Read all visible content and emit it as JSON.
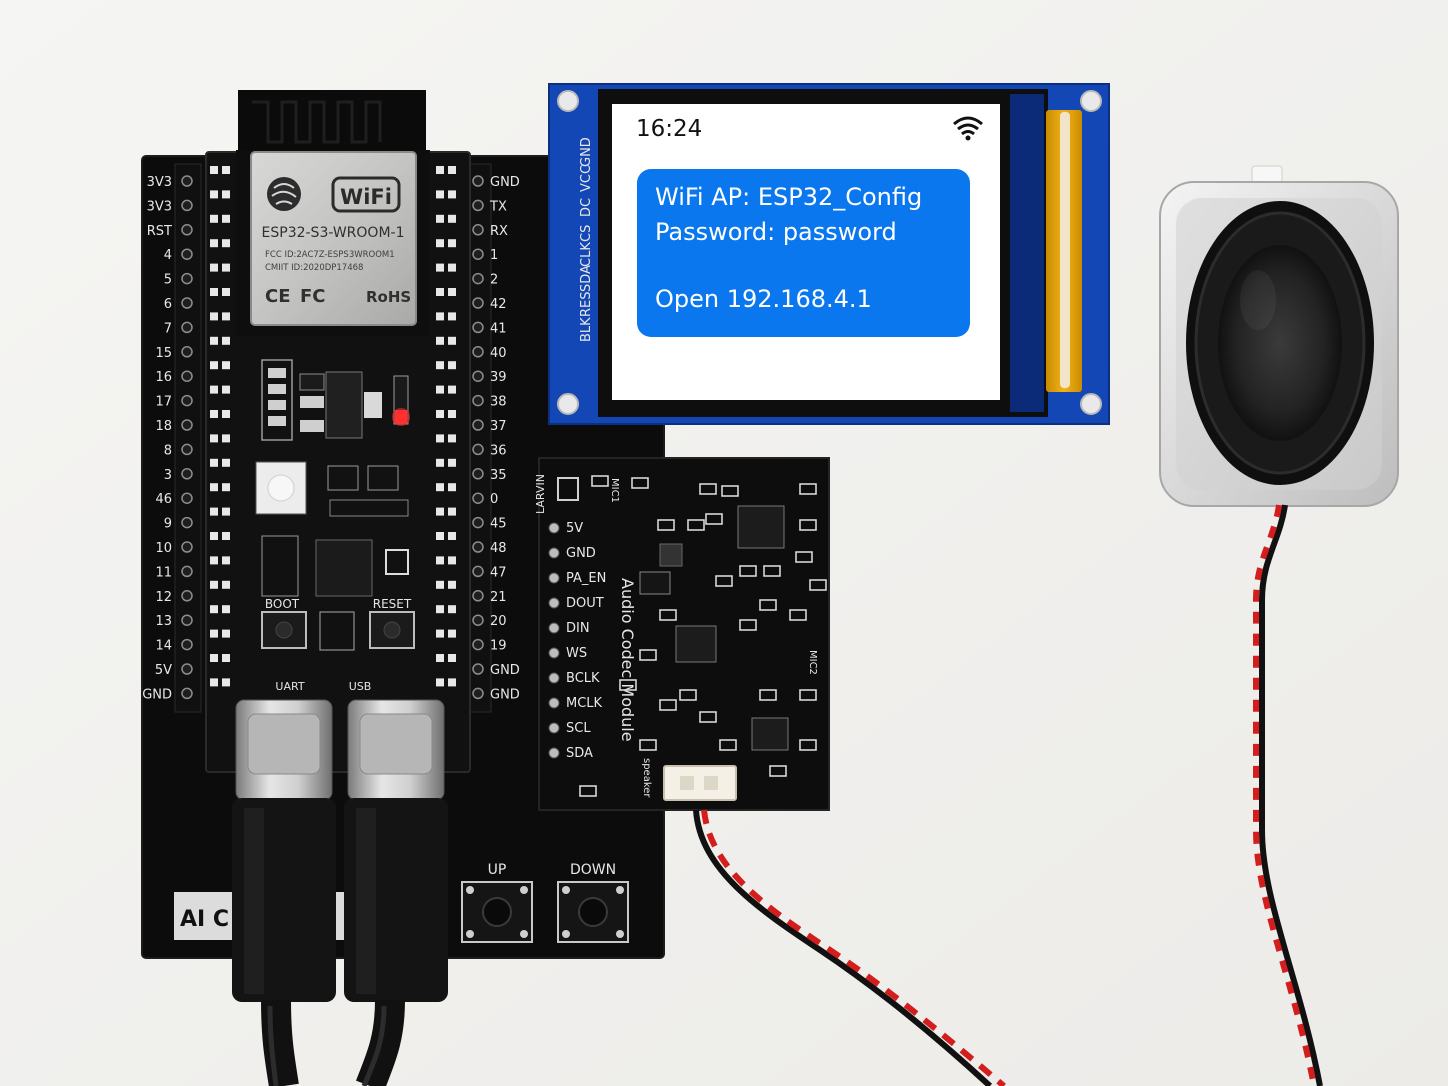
{
  "lcd": {
    "time": "16:24",
    "icon": "wifi-icon",
    "line1": "WiFi AP: ESP32_Config",
    "line2": "Password: password",
    "line3": "Open 192.168.4.1",
    "accent": "#0a77ee",
    "pins": [
      "BLK",
      "RES",
      "SDA",
      "CLK",
      "CS",
      "DC",
      "VCC",
      "GND"
    ]
  },
  "module": {
    "brand": "ESP32-S3-WROOM-1",
    "wifi": "WiFi",
    "fcc": "FCC ID:2AC7Z-ESPS3WROOM1",
    "cmiit": "CMIIT ID:2020DP17468",
    "marks": [
      "CE",
      "FC",
      "RoHS"
    ]
  },
  "board": {
    "left_pins": [
      "3V3",
      "3V3",
      "RST",
      "4",
      "5",
      "6",
      "7",
      "15",
      "16",
      "17",
      "18",
      "8",
      "3",
      "46",
      "9",
      "10",
      "11",
      "12",
      "13",
      "14",
      "5V",
      "GND"
    ],
    "right_pins": [
      "GND",
      "TX",
      "RX",
      "1",
      "2",
      "42",
      "41",
      "40",
      "39",
      "38",
      "37",
      "36",
      "35",
      "0",
      "45",
      "48",
      "47",
      "21",
      "20",
      "19",
      "GND",
      "GND"
    ],
    "boot": "BOOT",
    "reset": "RESET",
    "usb_left": "UART",
    "usb_right": "USB",
    "up": "UP",
    "down": "DOWN",
    "label": "AI C"
  },
  "codec": {
    "title": "Audio Codec Module",
    "pins": [
      "5V",
      "GND",
      "PA_EN",
      "DOUT",
      "DIN",
      "WS",
      "BCLK",
      "MCLK",
      "SCL",
      "SDA"
    ],
    "mic1": "MIC1",
    "mic2": "MIC2",
    "speaker": "speaker",
    "brand": "LARVIN"
  }
}
